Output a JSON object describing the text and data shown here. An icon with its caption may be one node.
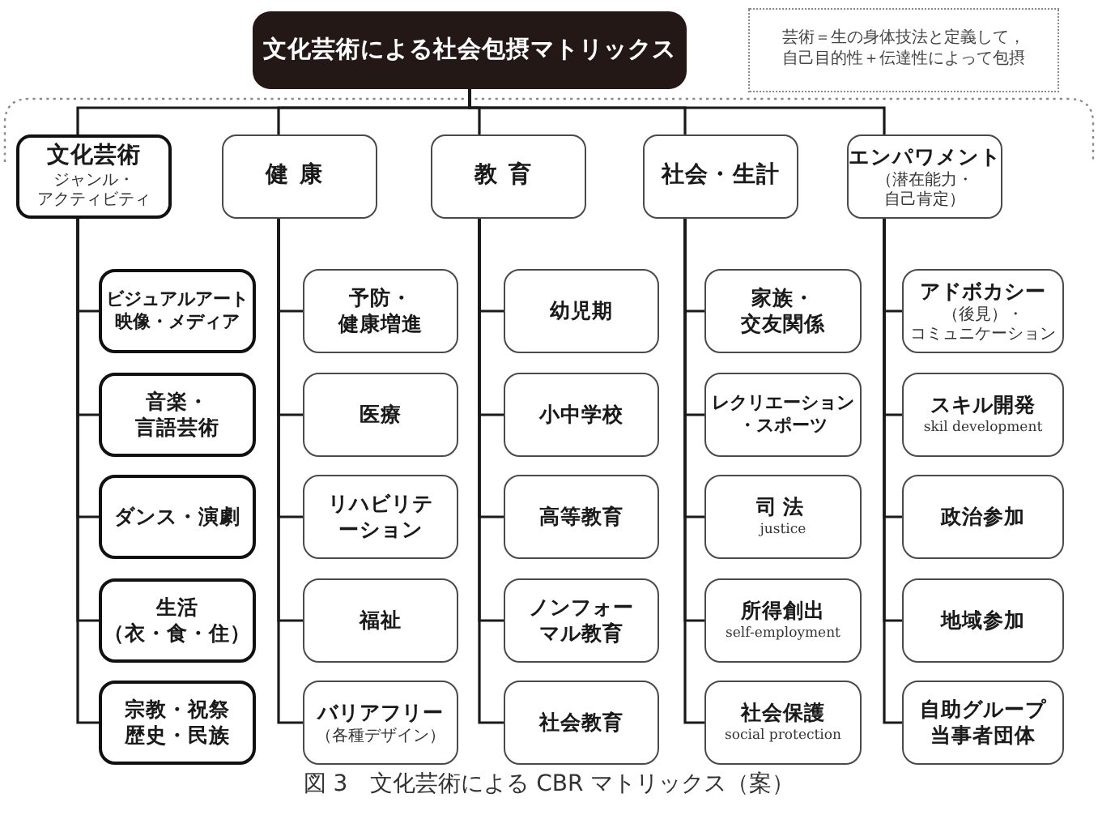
{
  "diagram": {
    "caption": "図 3　文化芸術による CBR マトリックス（案）",
    "nodes": [
      {
        "text": [
          "文化芸術による社会包摂マトリックス"
        ]
      },
      {
        "text": [
          "芸術＝生の身体技法と定義して，自己目的性＋伝達性によって包摂"
        ]
      },
      {
        "text": [
          "文化芸術",
          "ジャンル・アクティビティ"
        ]
      },
      {
        "text": [
          "健康"
        ]
      },
      {
        "text": [
          "教育"
        ]
      },
      {
        "text": [
          "社会・生計"
        ]
      },
      {
        "text": [
          "エンパワメント",
          "（潜在能力・自己肯定）"
        ]
      },
      {
        "text": [
          "ビジュアルアート映像・メディア"
        ]
      },
      {
        "text": [
          "音楽・言語芸術"
        ]
      },
      {
        "text": [
          "ダンス・演劇"
        ]
      },
      {
        "text": [
          "生活（衣・食・住）"
        ]
      },
      {
        "text": [
          "宗教・祝祭歴史・民族"
        ]
      },
      {
        "text": [
          "予防・健康増進"
        ]
      },
      {
        "text": [
          "医療"
        ]
      },
      {
        "text": [
          "リハビリテーション"
        ]
      },
      {
        "text": [
          "福祉"
        ]
      },
      {
        "text": [
          "バリアフリー",
          "（各種デザイン）"
        ]
      },
      {
        "text": [
          "幼児期"
        ]
      },
      {
        "text": [
          "小中学校"
        ]
      },
      {
        "text": [
          "高等教育"
        ]
      },
      {
        "text": [
          "ノンフォーマル教育"
        ]
      },
      {
        "text": [
          "社会教育"
        ]
      },
      {
        "text": [
          "家族・交友関係"
        ]
      },
      {
        "text": [
          "レクリエーション・スポーツ"
        ]
      },
      {
        "text": [
          "司法",
          "justice"
        ]
      },
      {
        "text": [
          "所得創出",
          "self-employment"
        ]
      },
      {
        "text": [
          "社会保護",
          "social protection"
        ]
      },
      {
        "text": [
          "アドボカシー",
          "（後見）・コミュニケーション"
        ]
      },
      {
        "text": [
          "スキル開発",
          "skil development"
        ]
      },
      {
        "text": [
          "政治参加"
        ]
      },
      {
        "text": [
          "地域参加"
        ]
      },
      {
        "text": [
          "自助グループ当事者団体"
        ]
      }
    ],
    "edges": [
      {
        "from": 0,
        "to": 2,
        "arrow": "none"
      },
      {
        "from": 0,
        "to": 3,
        "arrow": "none"
      },
      {
        "from": 0,
        "to": 4,
        "arrow": "none"
      },
      {
        "from": 0,
        "to": 5,
        "arrow": "none"
      },
      {
        "from": 0,
        "to": 6,
        "arrow": "none"
      },
      {
        "from": 2,
        "to": 7,
        "arrow": "none"
      },
      {
        "from": 2,
        "to": 8,
        "arrow": "none"
      },
      {
        "from": 2,
        "to": 9,
        "arrow": "none"
      },
      {
        "from": 2,
        "to": 10,
        "arrow": "none"
      },
      {
        "from": 2,
        "to": 11,
        "arrow": "none"
      },
      {
        "from": 3,
        "to": 12,
        "arrow": "none"
      },
      {
        "from": 3,
        "to": 13,
        "arrow": "none"
      },
      {
        "from": 3,
        "to": 14,
        "arrow": "none"
      },
      {
        "from": 3,
        "to": 15,
        "arrow": "none"
      },
      {
        "from": 3,
        "to": 16,
        "arrow": "none"
      },
      {
        "from": 4,
        "to": 17,
        "arrow": "none"
      },
      {
        "from": 4,
        "to": 18,
        "arrow": "none"
      },
      {
        "from": 4,
        "to": 19,
        "arrow": "none"
      },
      {
        "from": 4,
        "to": 20,
        "arrow": "none"
      },
      {
        "from": 4,
        "to": 21,
        "arrow": "none"
      },
      {
        "from": 5,
        "to": 22,
        "arrow": "none"
      },
      {
        "from": 5,
        "to": 23,
        "arrow": "none"
      },
      {
        "from": 5,
        "to": 24,
        "arrow": "none"
      },
      {
        "from": 5,
        "to": 25,
        "arrow": "none"
      },
      {
        "from": 5,
        "to": 26,
        "arrow": "none"
      },
      {
        "from": 6,
        "to": 27,
        "arrow": "none"
      },
      {
        "from": 6,
        "to": 28,
        "arrow": "none"
      },
      {
        "from": 6,
        "to": 29,
        "arrow": "none"
      },
      {
        "from": 6,
        "to": 30,
        "arrow": "none"
      },
      {
        "from": 6,
        "to": 31,
        "arrow": "none"
      }
    ]
  }
}
